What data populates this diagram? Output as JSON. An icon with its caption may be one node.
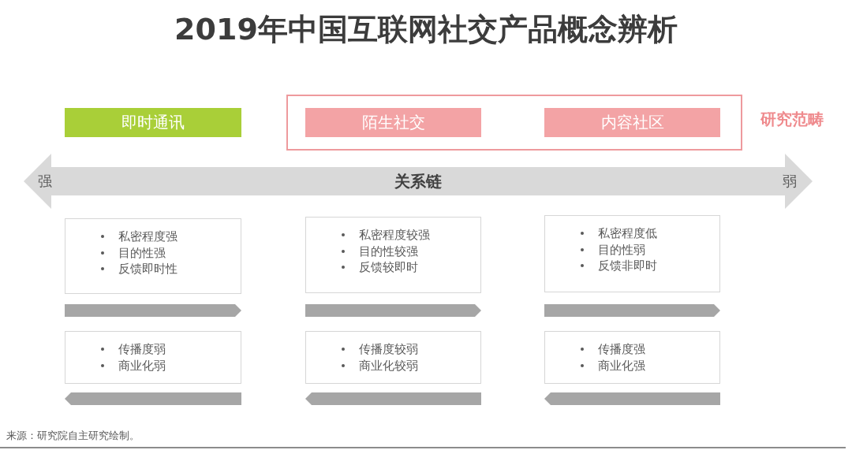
{
  "diagram": {
    "title": "2019年中国互联网社交产品概念辨析",
    "caption": "来源：研究院自主研究绘制。",
    "nodes": [
      {
        "text": [
          "即时通讯"
        ]
      },
      {
        "text": [
          "研究范畴"
        ]
      },
      {
        "text": [
          "陌生社交"
        ],
        "in": 1
      },
      {
        "text": [
          "内容社区"
        ],
        "in": 1
      },
      {
        "text": [
          "强",
          "关系链",
          "弱"
        ]
      },
      {
        "text": [
          "私密程度强",
          "目的性强",
          "反馈即时性"
        ]
      },
      {
        "text": [
          "私密程度较强",
          "目的性较强",
          "反馈较即时"
        ]
      },
      {
        "text": [
          "私密程度低",
          "目的性弱",
          "反馈非即时"
        ]
      },
      {
        "text": [],
        "shape": "bar"
      },
      {
        "text": [],
        "shape": "bar"
      },
      {
        "text": [],
        "shape": "bar"
      },
      {
        "text": [
          "传播度弱",
          "商业化弱"
        ]
      },
      {
        "text": [
          "传播度较弱",
          "商业化较弱"
        ]
      },
      {
        "text": [
          "传播度强",
          "商业化强"
        ]
      },
      {
        "text": [],
        "shape": "bar"
      },
      {
        "text": [],
        "shape": "bar"
      },
      {
        "text": [],
        "shape": "bar"
      }
    ]
  }
}
